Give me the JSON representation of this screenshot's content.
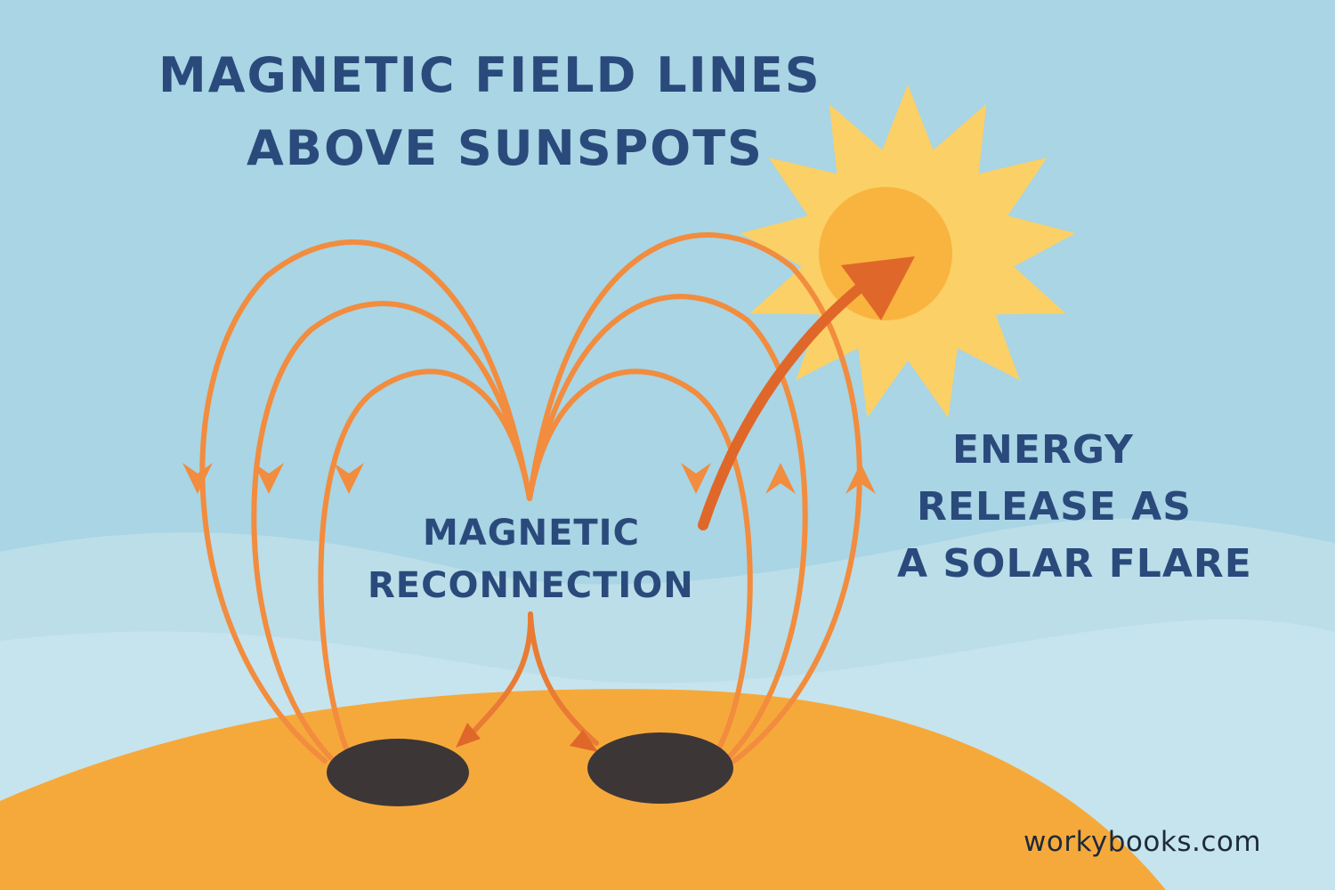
{
  "title": {
    "line1": "MAGNETIC FIELD LINES",
    "line2": "ABOVE SUNSPOTS"
  },
  "center_label": {
    "line1": "MAGNETIC",
    "line2": "RECONNECTION"
  },
  "right_label": {
    "line1": "ENERGY",
    "line2": "RELEASE AS",
    "line3": "A SOLAR FLARE"
  },
  "brand": "workybooks.com",
  "colors": {
    "sky": "#a9d5e4",
    "sun_surface": "#f6a93b",
    "field_line": "#f28c3e",
    "flare_arrow": "#e0672a",
    "sunspot": "#3d3636",
    "sun_rays": "#fbd066",
    "sun_core": "#f8b43e",
    "text": "#2a4a7c"
  }
}
